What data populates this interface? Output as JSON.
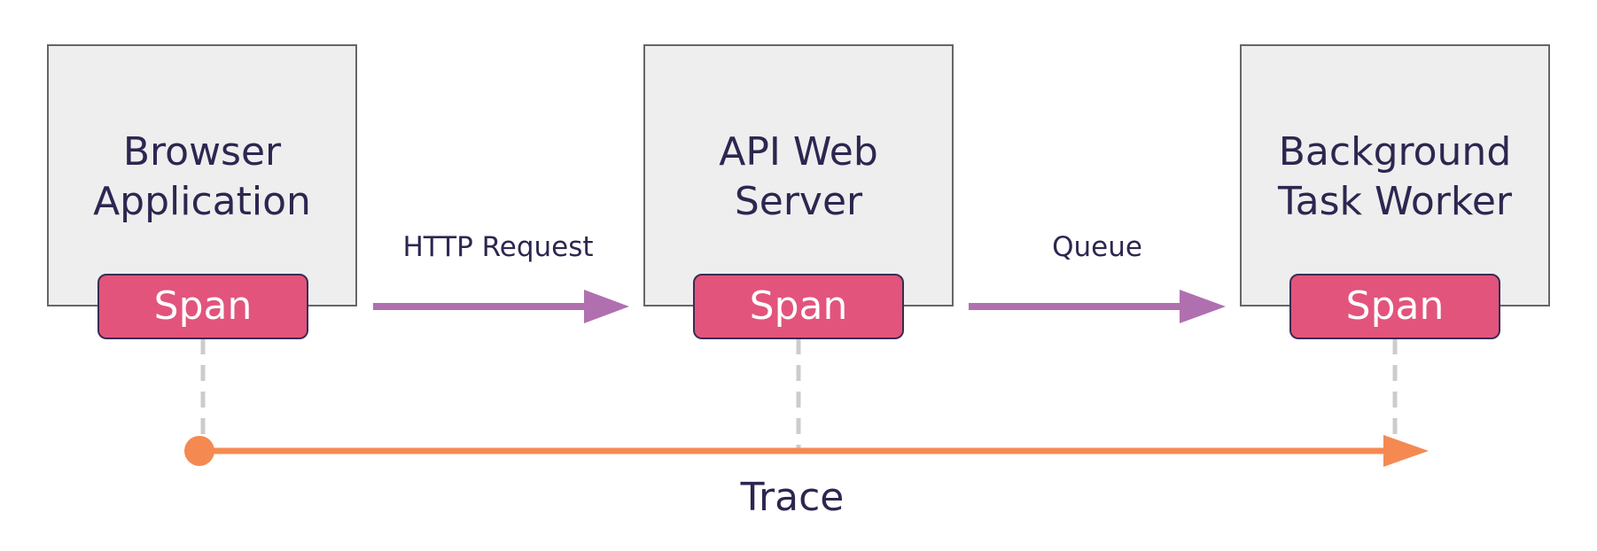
{
  "nodes": [
    {
      "title_line1": "Browser",
      "title_line2": "Application",
      "span_label": "Span"
    },
    {
      "title_line1": "API Web",
      "title_line2": "Server",
      "span_label": "Span"
    },
    {
      "title_line1": "Background",
      "title_line2": "Task Worker",
      "span_label": "Span"
    }
  ],
  "edges": [
    {
      "label": "HTTP Request"
    },
    {
      "label": "Queue"
    }
  ],
  "trace": {
    "label": "Trace"
  },
  "colors": {
    "box_fill": "#eeeeee",
    "box_border": "#666666",
    "span_fill": "#e2547c",
    "edge_arrow": "#b070b0",
    "trace_arrow": "#f48a52",
    "connector": "#cccccc",
    "text": "#2e2650"
  }
}
